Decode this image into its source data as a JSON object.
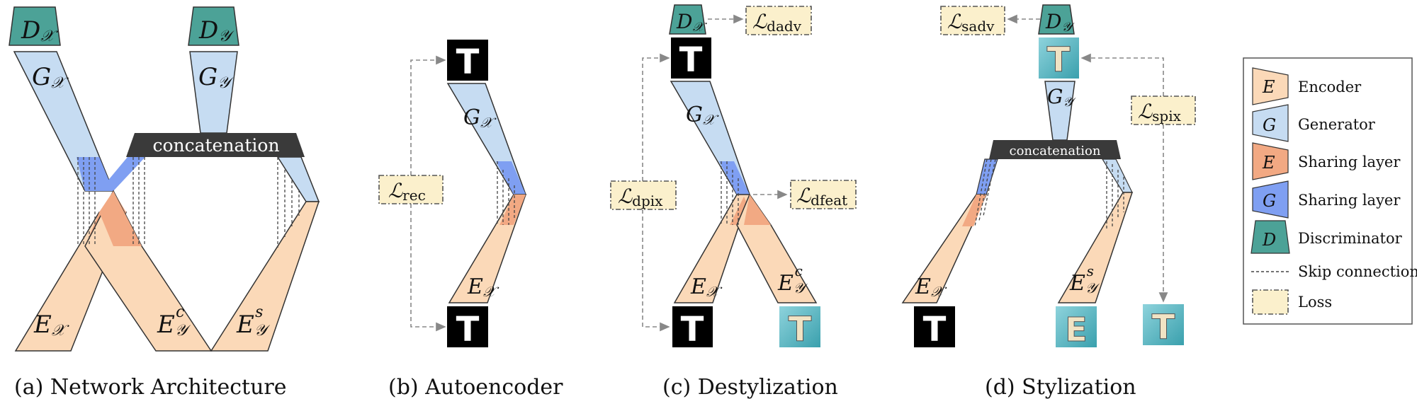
{
  "colors": {
    "encoder": "#fbd9b8",
    "generator": "#c6dcf2",
    "sharing_encoder": "#f2a983",
    "sharing_generator": "#7f9ff2",
    "discriminator": "#4ca297",
    "loss": "#fbf0cc",
    "concat_bar": "#3a3a3a"
  },
  "symbols": {
    "D": "D",
    "G": "G",
    "E": "E",
    "sub_x": "𝒳",
    "sub_y": "𝒴",
    "sup_c": "c",
    "sup_s": "s",
    "L": "ℒ"
  },
  "panels": {
    "a": {
      "caption": "(a) Network Architecture",
      "concat_label": "concatenation"
    },
    "b": {
      "caption": "(b) Autoencoder",
      "loss_rec": "rec",
      "img_top": "T",
      "img_bottom": "T"
    },
    "c": {
      "caption": "(c) Destylization",
      "loss_dadv": "dadv",
      "loss_dpix": "dpix",
      "loss_dfeat": "dfeat",
      "img_top": "T",
      "img_bottom_left": "T",
      "img_bottom_right": "T"
    },
    "d": {
      "caption": "(d) Stylization",
      "concat_label": "concatenation",
      "loss_sadv": "sadv",
      "loss_spix": "spix",
      "img_top": "T",
      "img_bottom_left": "T",
      "img_bottom_mid": "E",
      "img_bottom_right": "T"
    }
  },
  "legend": {
    "items": [
      {
        "symbol": "E",
        "label": "Encoder"
      },
      {
        "symbol": "G",
        "label": "Generator"
      },
      {
        "symbol": "E",
        "label": "Sharing layer"
      },
      {
        "symbol": "G",
        "label": "Sharing layer"
      },
      {
        "symbol": "D",
        "label": "Discriminator"
      },
      {
        "symbol": "",
        "label": "Skip connection"
      },
      {
        "symbol": "",
        "label": "Loss"
      }
    ]
  }
}
